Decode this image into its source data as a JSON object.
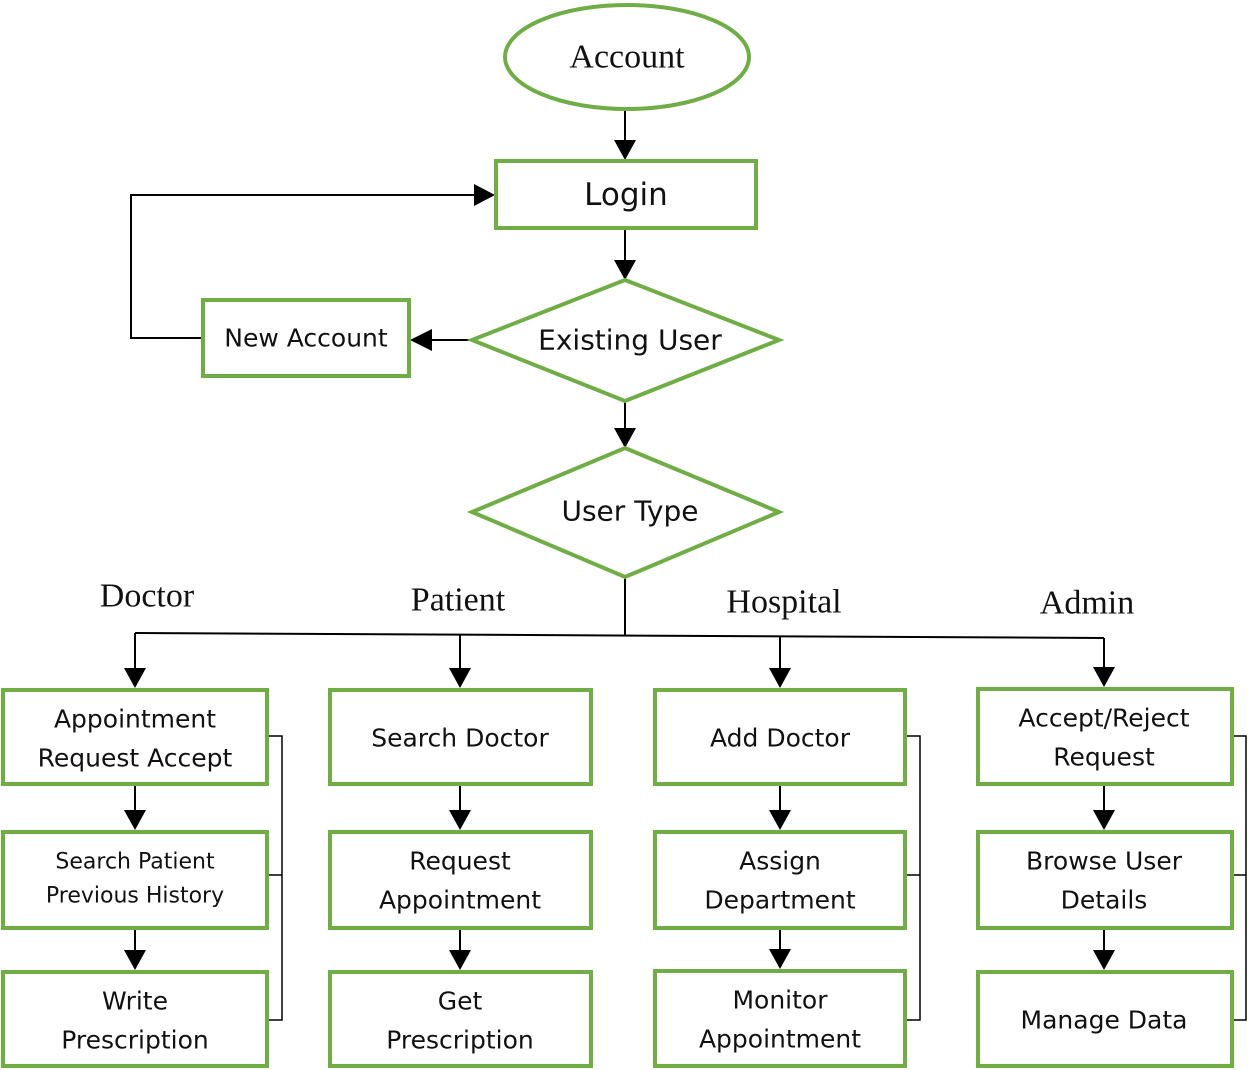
{
  "colors": {
    "node_border": "#70ad47",
    "line": "#000000",
    "text": "#111111"
  },
  "nodes": {
    "account": "Account",
    "login": "Login",
    "existing_user": "Existing User",
    "new_account": "New Account",
    "user_type": "User Type"
  },
  "branches": {
    "doctor": {
      "label": "Doctor",
      "steps": [
        [
          "Appointment",
          "Request Accept"
        ],
        [
          "Search Patient",
          "Previous History"
        ],
        [
          "Write",
          "Prescription"
        ]
      ]
    },
    "patient": {
      "label": "Patient",
      "steps": [
        [
          "Search Doctor"
        ],
        [
          "Request",
          "Appointment"
        ],
        [
          "Get",
          "Prescription"
        ]
      ]
    },
    "hospital": {
      "label": "Hospital",
      "steps": [
        [
          "Add Doctor"
        ],
        [
          "Assign",
          "Department"
        ],
        [
          "Monitor",
          "Appointment"
        ]
      ]
    },
    "admin": {
      "label": "Admin",
      "steps": [
        [
          "Accept/Reject",
          "Request"
        ],
        [
          "Browse User",
          "Details"
        ],
        [
          "Manage Data"
        ]
      ]
    }
  }
}
